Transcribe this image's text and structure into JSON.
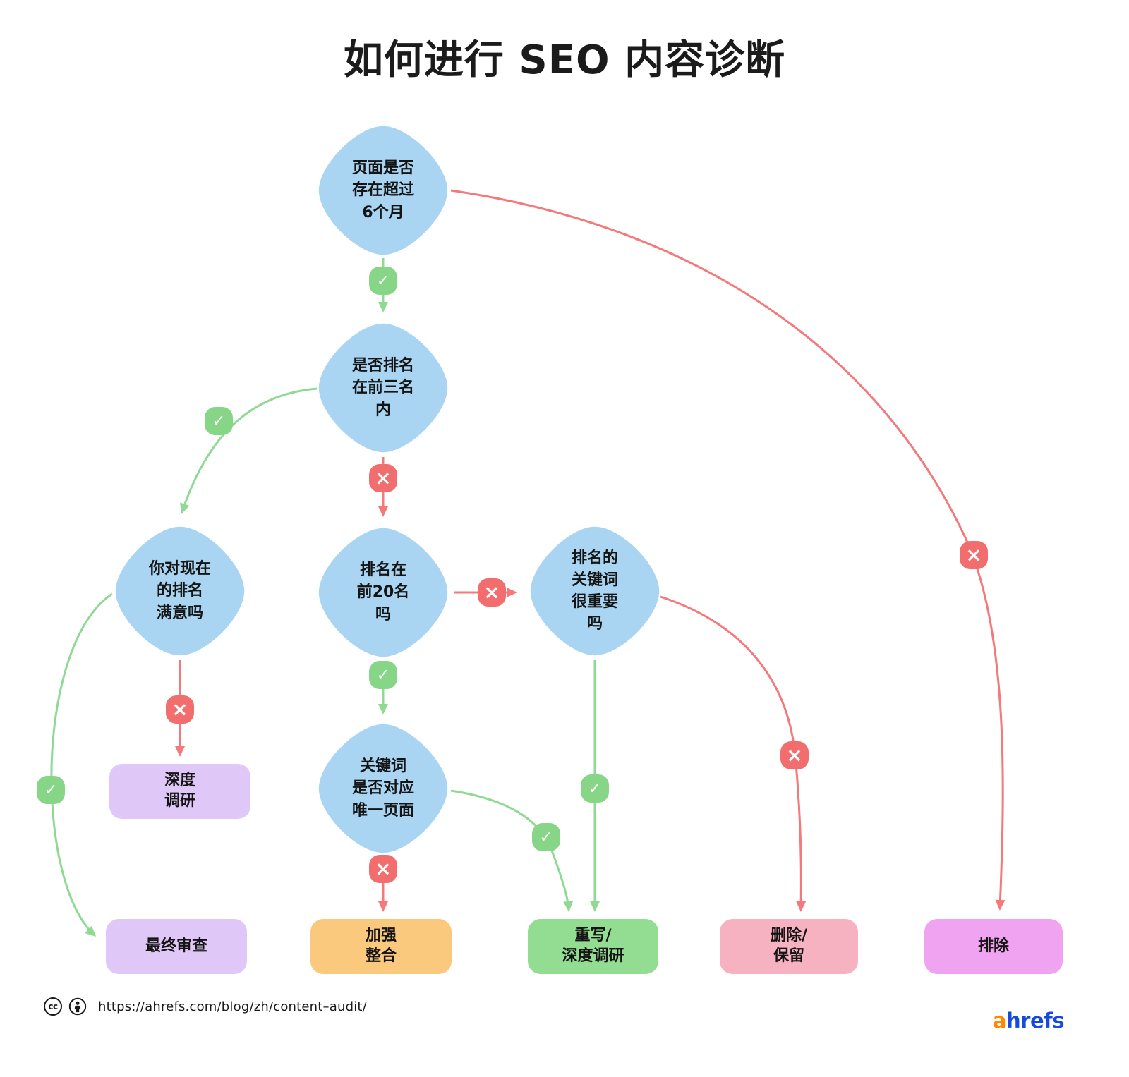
{
  "title": "如何进行 SEO 内容诊断",
  "diagram": {
    "decisions": [
      {
        "label": "页面是否\n存在超过\n6个月"
      },
      {
        "label": "是否排名\n在前三名\n内"
      },
      {
        "label": "你对现在\n的排名\n满意吗"
      },
      {
        "label": "排名在\n前20名\n吗"
      },
      {
        "label": "排名的\n关键词\n很重要\n吗"
      },
      {
        "label": "关键词\n是否对应\n唯一页面"
      }
    ],
    "results": [
      {
        "label": "深度\n调研",
        "color": "#dfc8f7"
      },
      {
        "label": "最终审查",
        "color": "#dfc8f7"
      },
      {
        "label": "加强\n整合",
        "color": "#fbc97e"
      },
      {
        "label": "重写/\n深度调研",
        "color": "#92dd92"
      },
      {
        "label": "删除/\n保留",
        "color": "#f7b2c1"
      },
      {
        "label": "排除",
        "color": "#f0a3f0"
      }
    ],
    "icons": {
      "check": "✓",
      "cross": "×"
    },
    "colors": {
      "decision_fill": "#a9d5f2",
      "yes_line": "#90d995",
      "no_line": "#f5787a",
      "yes_marker": "#87d687",
      "no_marker": "#f26e6e"
    }
  },
  "footer": {
    "cc_icon_label": "cc",
    "url": "https://ahrefs.com/blog/zh/content–audit/"
  },
  "logo": {
    "prefix": "a",
    "suffix": "hrefs",
    "prefix_color": "#ff8800",
    "suffix_color": "#1649e0"
  }
}
